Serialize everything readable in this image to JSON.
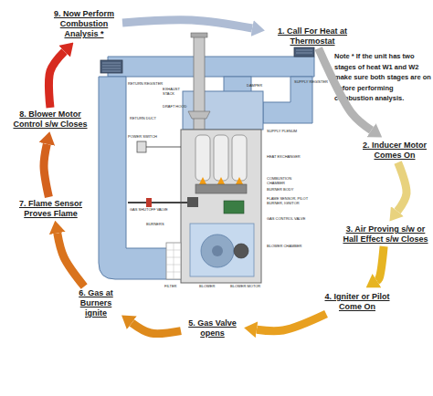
{
  "diagram": {
    "nodes": [
      {
        "text": [
          "1. Call For Heat at Thermostat"
        ]
      },
      {
        "text": [
          "2. Inducer Motor Comes On"
        ]
      },
      {
        "text": [
          "3. Air Proving s/w or Hall Effect s/w Closes"
        ]
      },
      {
        "text": [
          "4. Igniter or Pilot Come On"
        ]
      },
      {
        "text": [
          "5. Gas Valve opens"
        ]
      },
      {
        "text": [
          "6. Gas at Burners ignite"
        ]
      },
      {
        "text": [
          "7. Flame Sensor Proves Flame"
        ]
      },
      {
        "text": [
          "8. Blower Motor Control s/w Closes"
        ]
      },
      {
        "text": [
          "9. Now Perform Combustion Analysis *"
        ]
      }
    ],
    "edges": [
      {
        "from": 0,
        "to": 1,
        "arrow": "to"
      },
      {
        "from": 1,
        "to": 2,
        "arrow": "to"
      },
      {
        "from": 2,
        "to": 3,
        "arrow": "to"
      },
      {
        "from": 3,
        "to": 4,
        "arrow": "to"
      },
      {
        "from": 4,
        "to": 5,
        "arrow": "to"
      },
      {
        "from": 5,
        "to": 6,
        "arrow": "to"
      },
      {
        "from": 6,
        "to": 7,
        "arrow": "to"
      },
      {
        "from": 7,
        "to": 8,
        "arrow": "to"
      },
      {
        "from": 8,
        "to": 0,
        "arrow": "to"
      }
    ],
    "labels": [
      "Note * If the unit has two stages of heat W1 and W2 make sure both stages are on before performing combustion analysis.",
      "SUPPLY REGISTER",
      "RETURN REGISTER",
      "EXHAUST STACK",
      "DRAFT HOOD",
      "RETURN DUCT",
      "SUPPLY PLENUM",
      "HEAT EXCHANGER",
      "POWER SWITCH",
      "COMBUSTION CHAMBER",
      "BURNER BODY",
      "FLAME SENSOR, PILOT BURNER, IGNITOR",
      "GAS CONTROL VALVE",
      "GAS SHUTOFF VALVE",
      "BURNERS",
      "BLOWER CHAMBER",
      "FILTER",
      "BLOWER",
      "BLOWER MOTOR",
      "DAMPER"
    ]
  }
}
